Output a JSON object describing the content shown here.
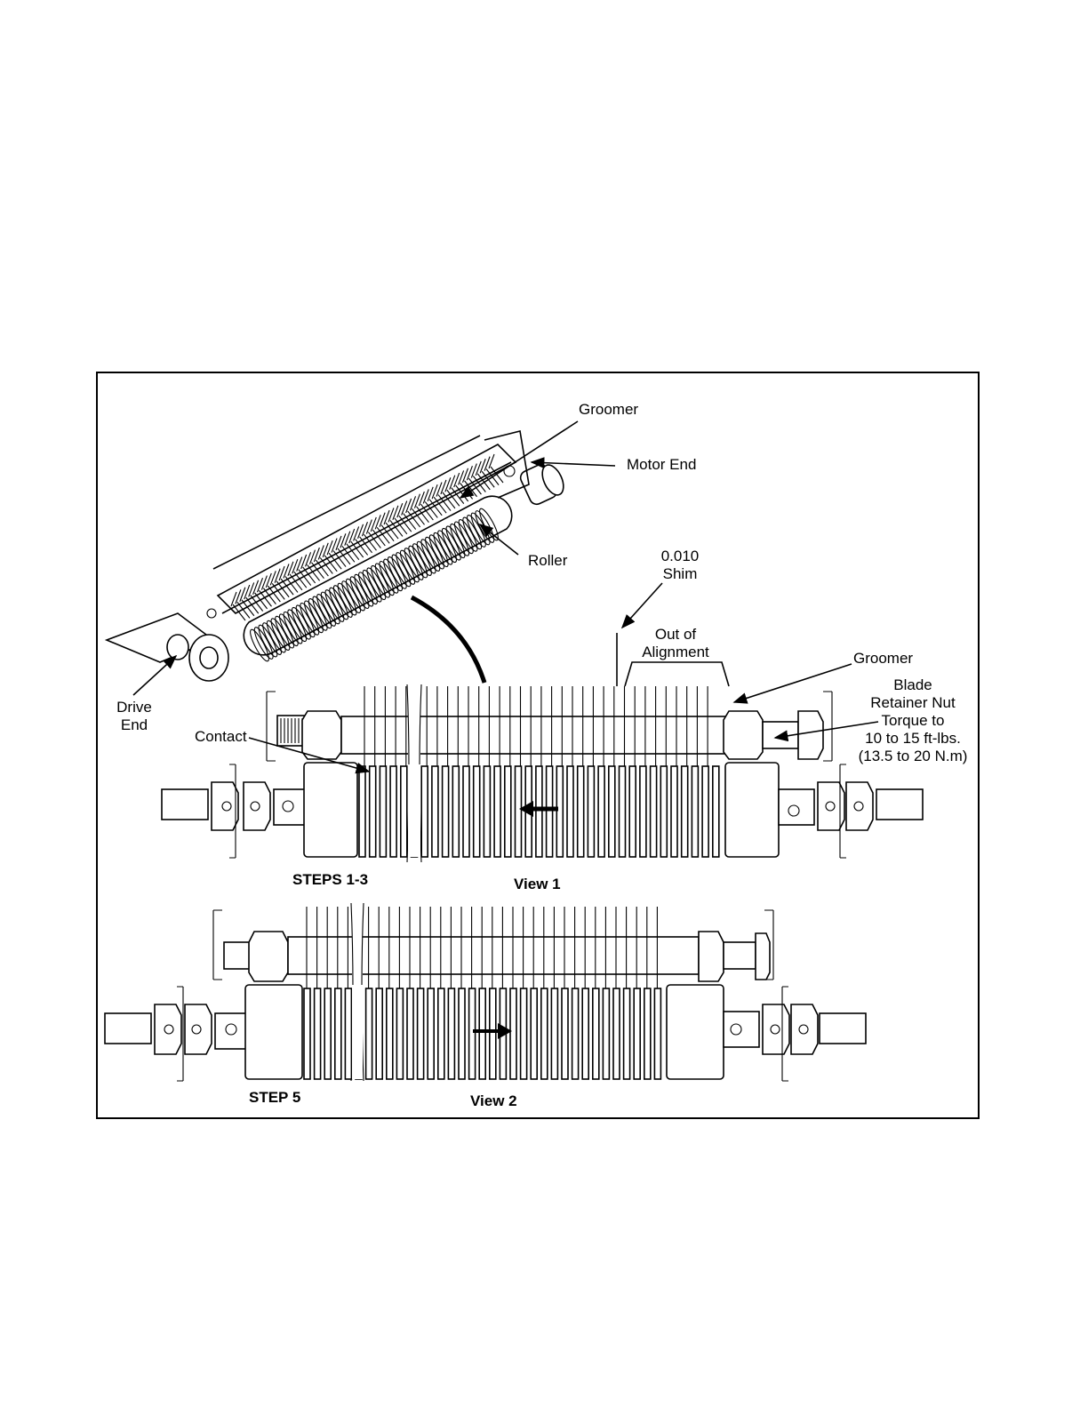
{
  "labels": {
    "groomer_top": "Groomer",
    "motor_end": "Motor End",
    "roller": "Roller",
    "shim_value": "0.010",
    "shim_word": "Shim",
    "out_of": "Out of",
    "alignment": "Alignment",
    "groomer_right": "Groomer",
    "blade": "Blade",
    "retainer_nut": "Retainer Nut",
    "torque_to": "Torque to",
    "torque_value": "10 to 15 ft-lbs.",
    "torque_metric": "(13.5 to 20 N.m)",
    "drive": "Drive",
    "end": "End",
    "contact": "Contact",
    "steps_1_3": "STEPS 1-3",
    "view_1": "View 1",
    "step_5": "STEP 5",
    "view_2": "View 2"
  }
}
